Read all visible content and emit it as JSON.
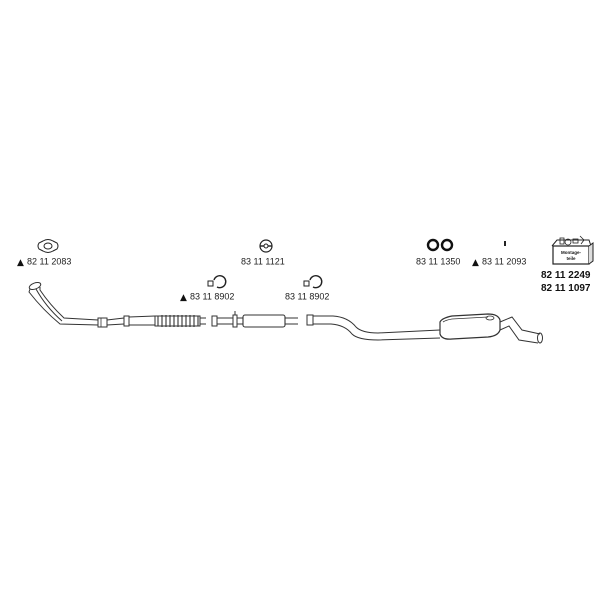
{
  "parts": {
    "gasket_top_left": {
      "number": "82 11 2083",
      "warning": "▲",
      "icon": "flange-gasket-icon"
    },
    "ring_center": {
      "number": "83 11 1121",
      "warning": "",
      "icon": "mounting-ring-icon"
    },
    "clamp_left": {
      "number": "83 11 8902",
      "warning": "▲",
      "icon": "pipe-clamp-icon"
    },
    "clamp_right": {
      "number": "83 11 8902",
      "warning": "",
      "icon": "pipe-clamp-icon"
    },
    "rubber_rings": {
      "number": "83 11 1350",
      "warning": "",
      "icon": "rubber-hanger-rings-icon"
    },
    "small_part": {
      "number": "83 11 2093",
      "warning": "▲",
      "icon": "small-fastener-icon"
    }
  },
  "mounting_kit": {
    "label_line1": "Montage-",
    "label_line2": "teile",
    "number_1": "82 11 2249",
    "number_2": "82 11 1097",
    "icon": "mounting-kit-box-icon"
  },
  "exhaust_system": {
    "icon": "exhaust-pipe-assembly-icon"
  }
}
